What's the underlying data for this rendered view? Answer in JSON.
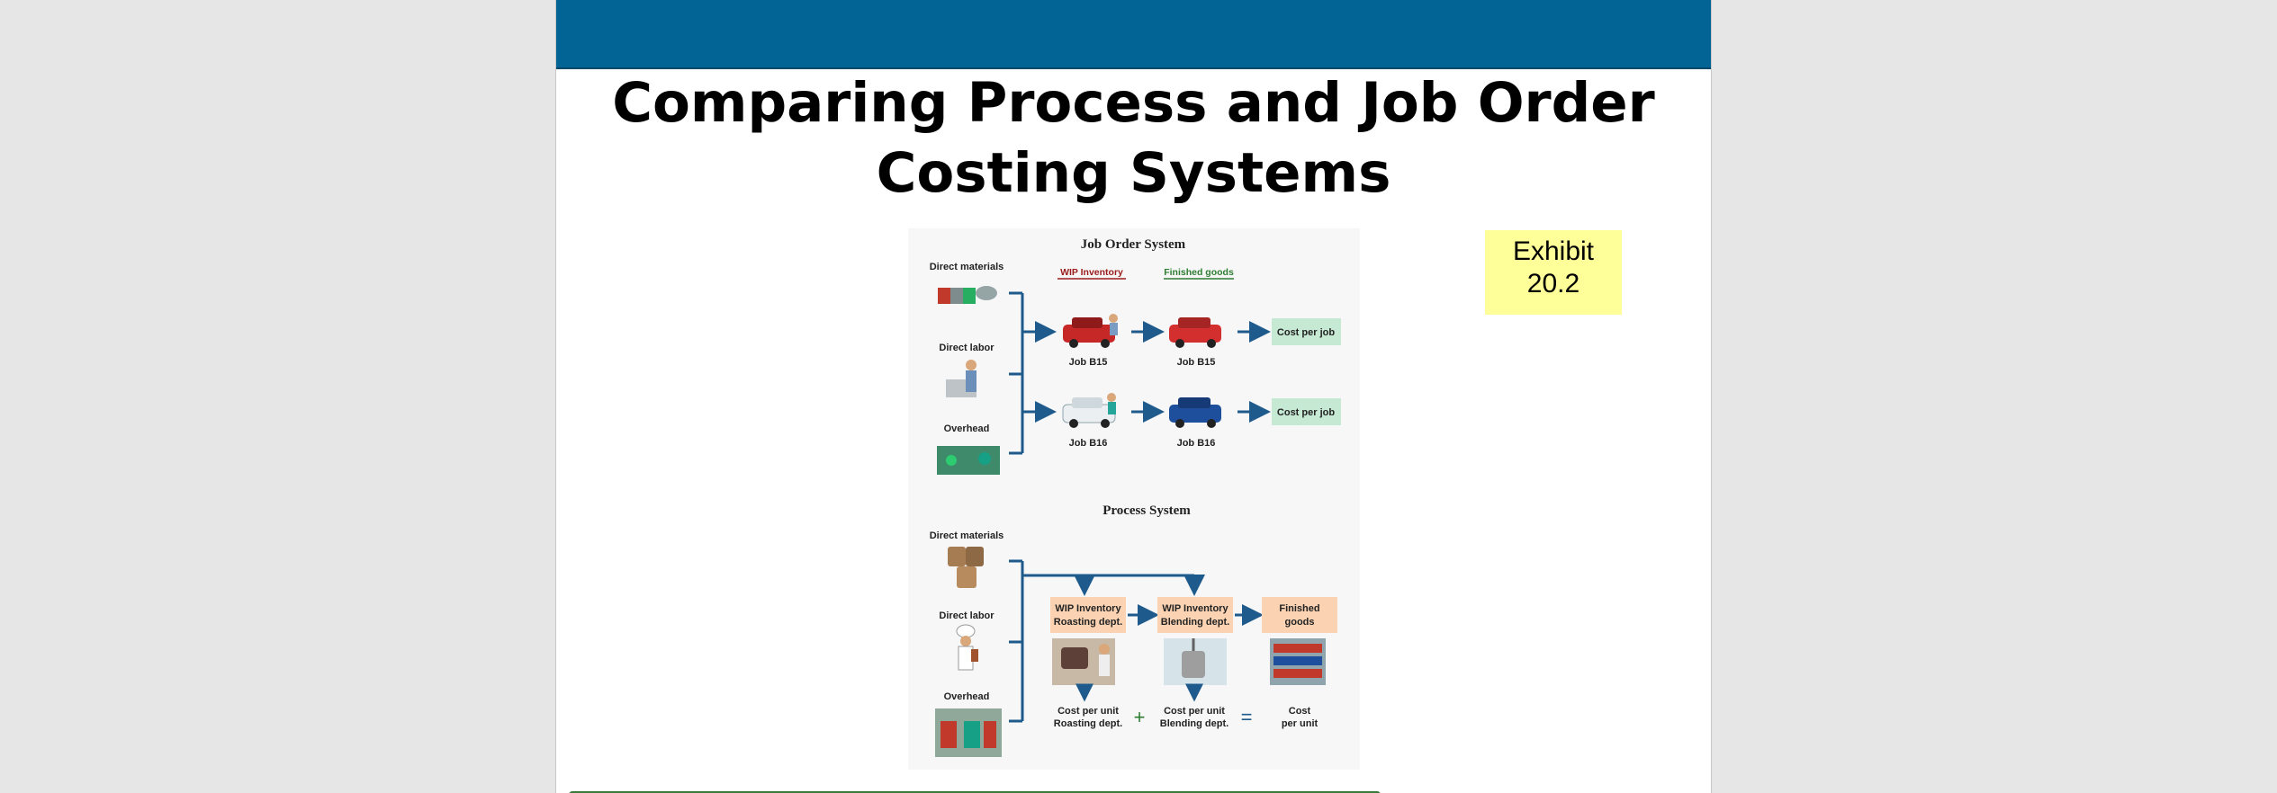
{
  "slide": {
    "title_line1": "Comparing Process and Job Order",
    "title_line2": "Costing Systems",
    "exhibit_line1": "Exhibit",
    "exhibit_line2": "20.2"
  },
  "colors": {
    "top_bar": "#026494",
    "exhibit_bg": "#ffff99",
    "cost_box_green": "#c6e9d4",
    "process_box_peach": "#fbd3b3",
    "arrow_blue": "#1f5a8c",
    "wip_red": "#9b1b1b",
    "finished_green": "#2e7d32"
  },
  "job_order": {
    "title": "Job Order System",
    "inputs": [
      "Direct materials",
      "Direct labor",
      "Overhead"
    ],
    "wip_header": "WIP Inventory",
    "finished_header": "Finished goods",
    "rows": [
      {
        "wip_label": "Job B15",
        "finished_label": "Job B15",
        "cost_label": "Cost per job"
      },
      {
        "wip_label": "Job B16",
        "finished_label": "Job B16",
        "cost_label": "Cost per job"
      }
    ]
  },
  "process": {
    "title": "Process System",
    "inputs": [
      "Direct materials",
      "Direct labor",
      "Overhead"
    ],
    "boxes": [
      {
        "line1": "WIP Inventory",
        "line2": "Roasting dept."
      },
      {
        "line1": "WIP Inventory",
        "line2": "Blending dept."
      },
      {
        "line1": "Finished",
        "line2": "goods"
      }
    ],
    "costs": [
      {
        "line1": "Cost per unit",
        "line2": "Roasting dept."
      },
      {
        "line1": "Cost per unit",
        "line2": "Blending dept."
      },
      {
        "line1": "Cost",
        "line2": "per unit"
      }
    ],
    "plus": "+",
    "equals": "="
  }
}
